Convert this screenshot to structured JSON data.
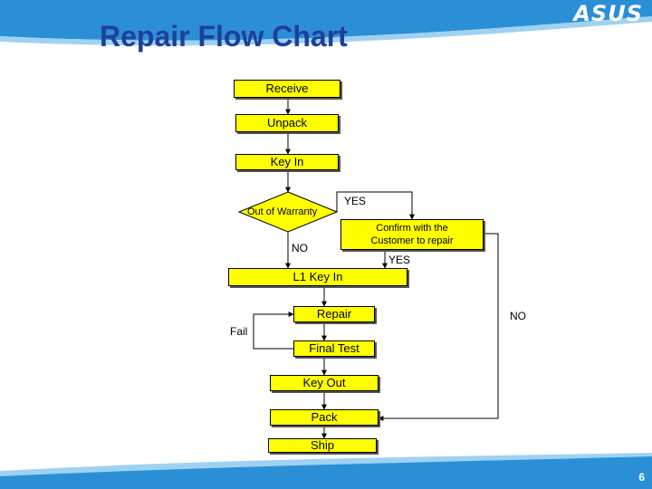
{
  "slide": {
    "title": "Repair Flow Chart",
    "logo": "ASUS",
    "page_number": "6"
  },
  "colors": {
    "title": "#1f3f9a",
    "box_fill": "#ffff00",
    "swoosh": "#2b8fd6"
  },
  "nodes": {
    "receive": "Receive",
    "unpack": "Unpack",
    "key_in": "Key In",
    "out_of_warranty": "Out of Warranty",
    "confirm": "Confirm with the Customer to repair",
    "l1_key_in": "L1 Key In",
    "repair": "Repair",
    "final_test": "Final Test",
    "key_out": "Key Out",
    "pack": "Pack",
    "ship": "Ship"
  },
  "edge_labels": {
    "yes_warranty": "YES",
    "no_warranty": "NO",
    "yes_confirm": "YES",
    "no_confirm": "NO",
    "fail": "Fail"
  }
}
